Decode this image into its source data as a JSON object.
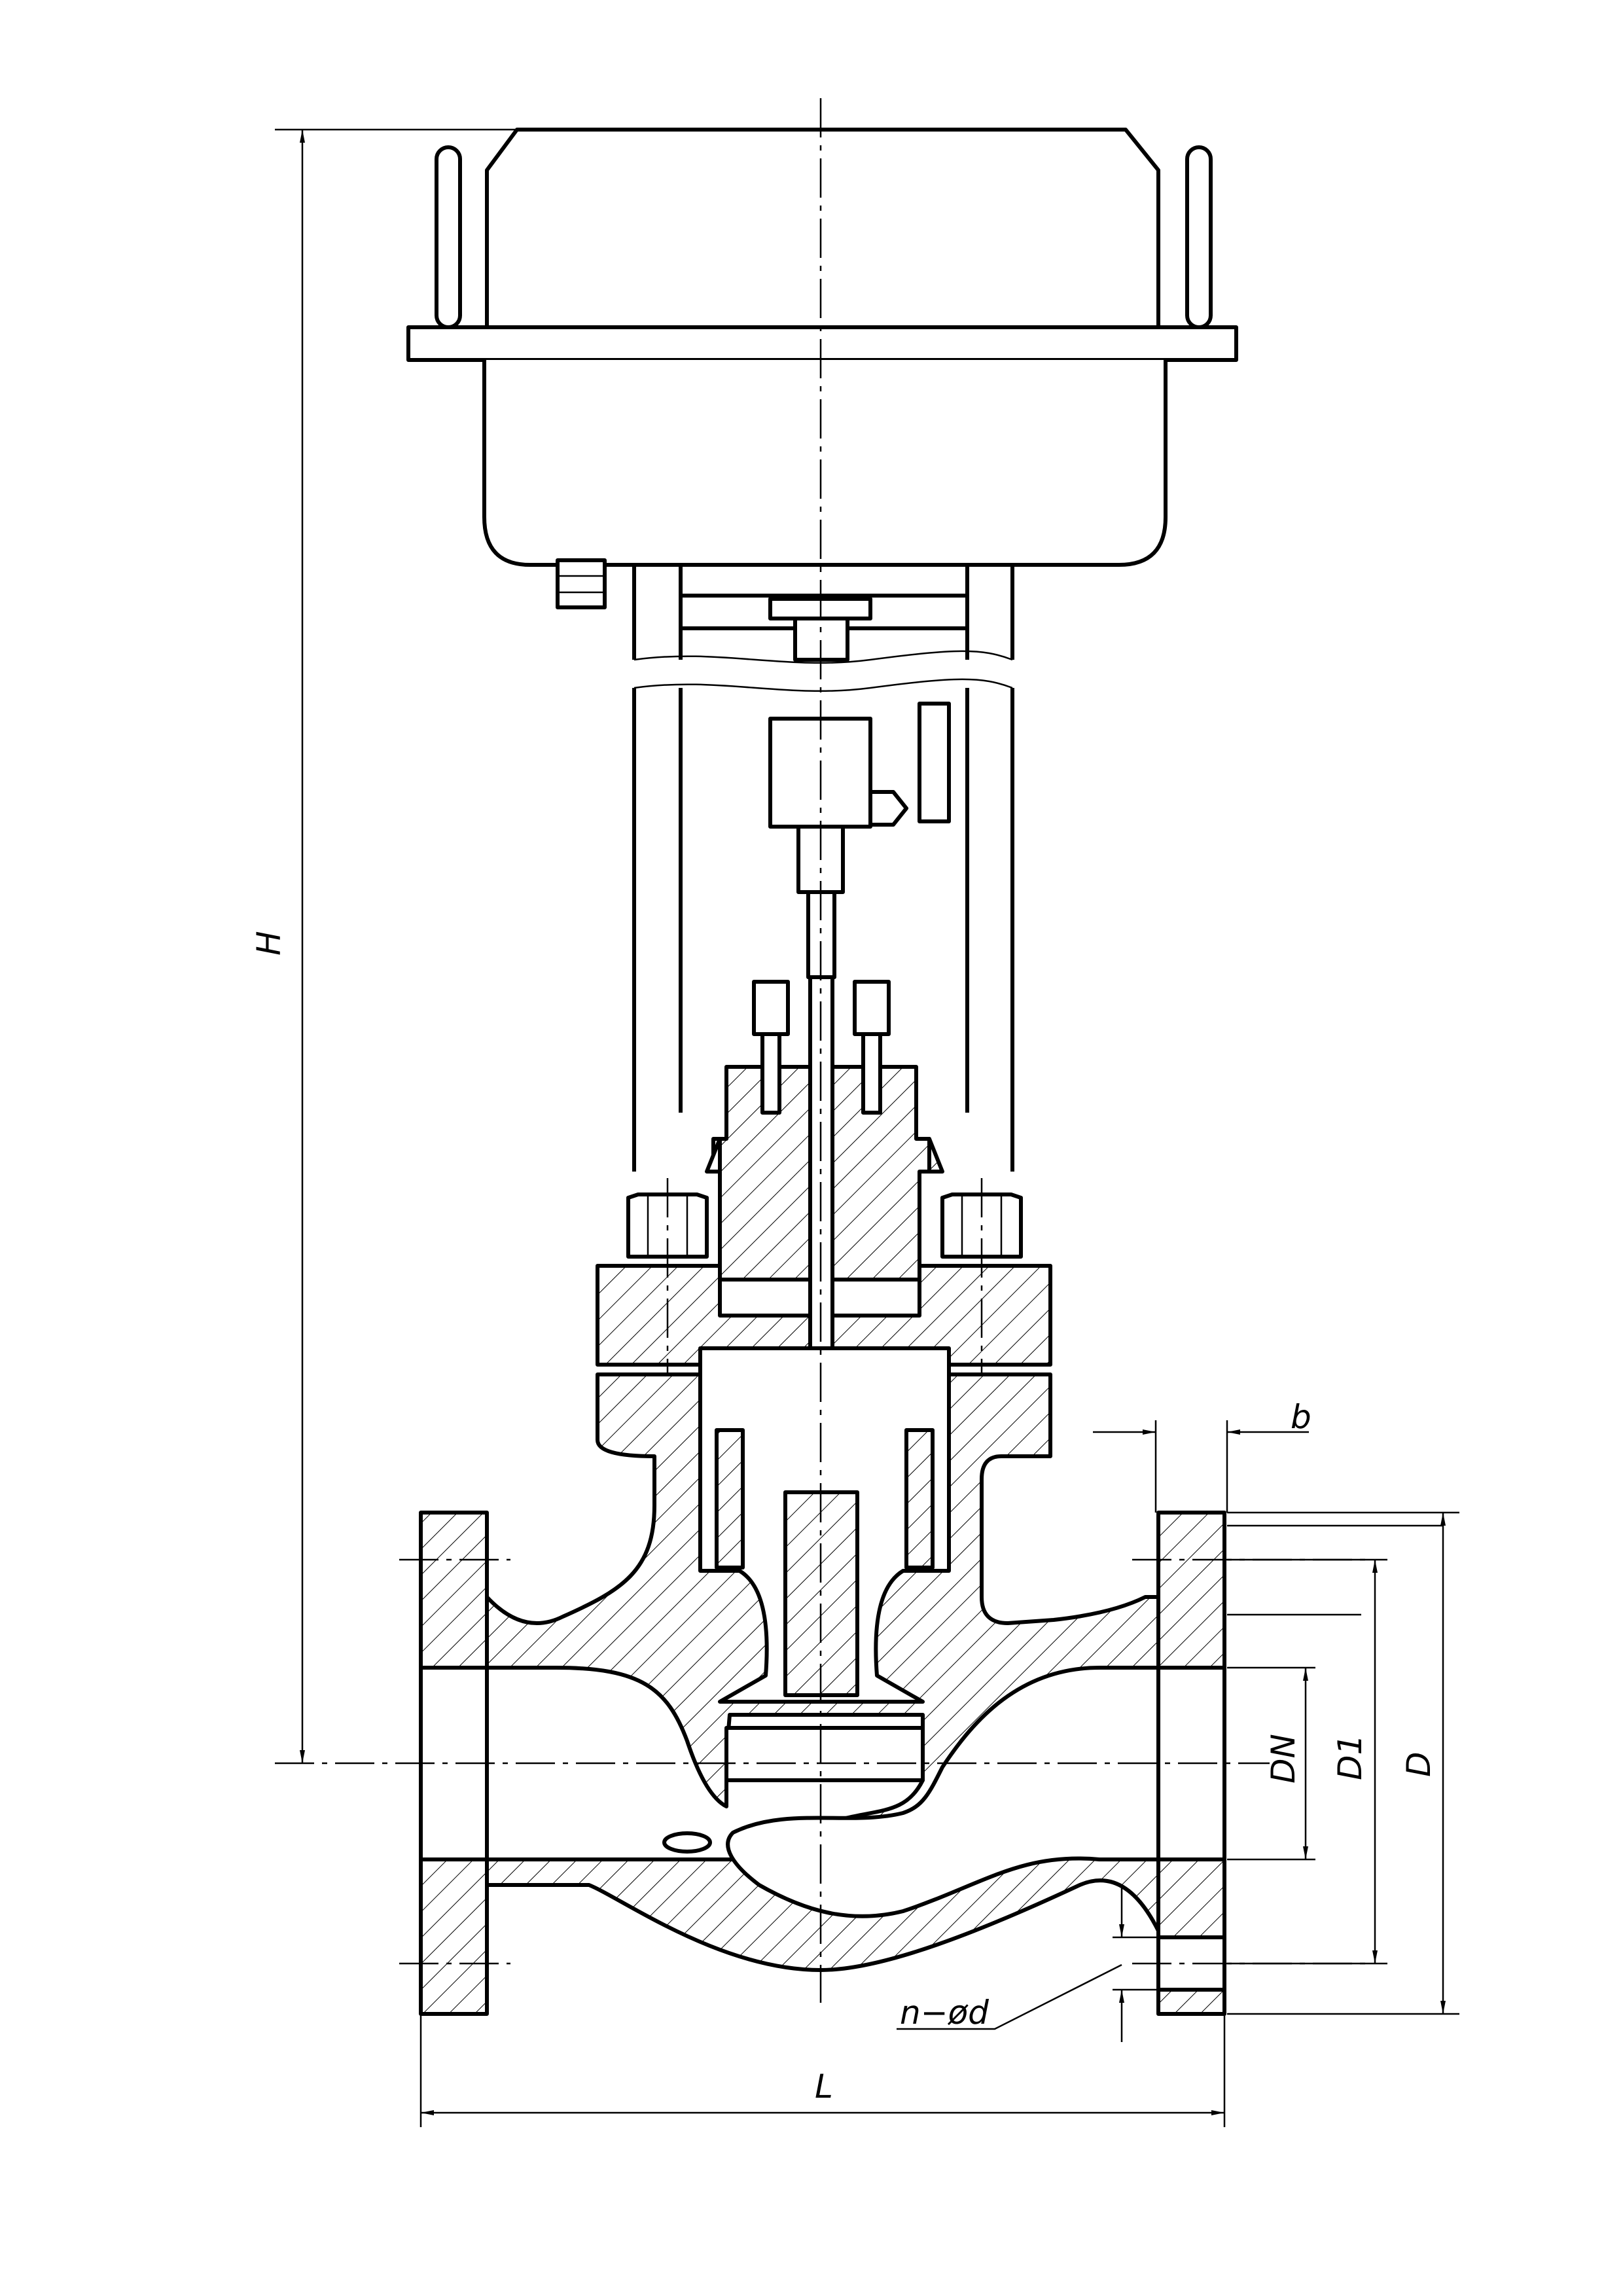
{
  "drawing": {
    "title": "Pneumatic diaphragm control valve - sectional view",
    "dimensions": {
      "height": "H",
      "length": "L",
      "flange_thickness": "b",
      "nominal_diameter": "DN",
      "bolt_circle_diameter": "D1",
      "flange_outer_diameter": "D",
      "bolt_holes": "n−ød"
    },
    "colors": {
      "line": "#000000",
      "background": "#ffffff"
    }
  }
}
